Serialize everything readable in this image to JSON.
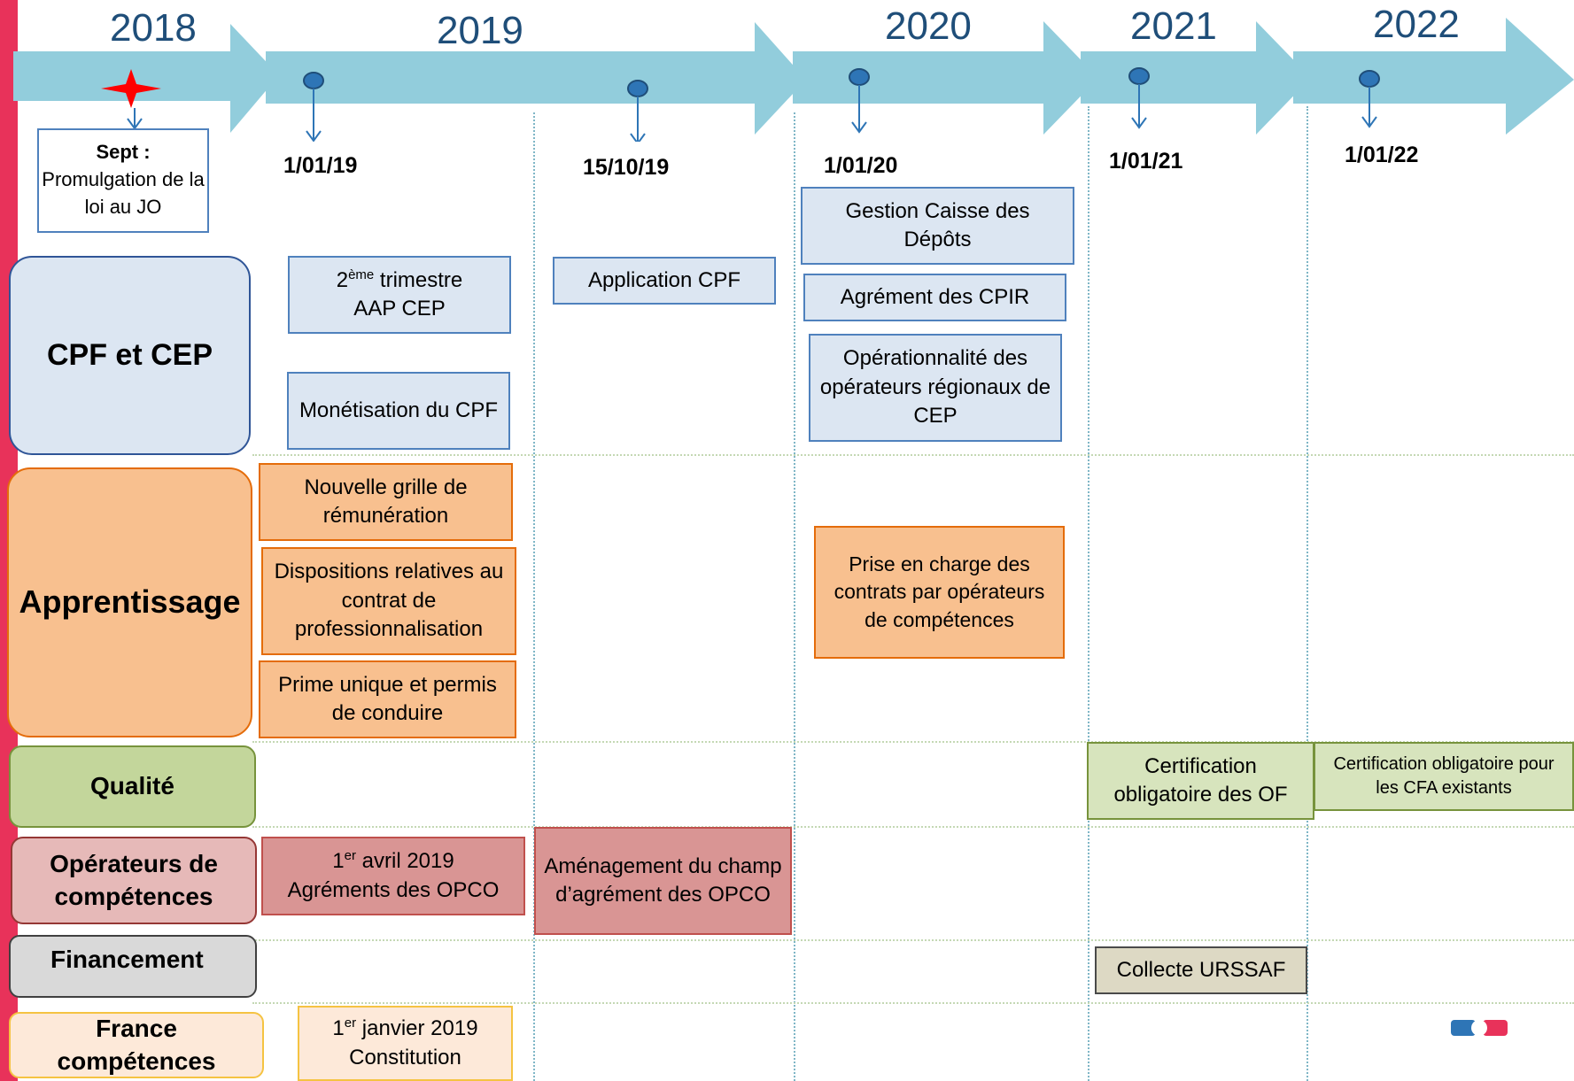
{
  "colors": {
    "arrow": "#92cddc",
    "marker": "#2e75b6",
    "star": "#ff0000",
    "side_bar": "#e8325a"
  },
  "years": [
    "2018",
    "2019",
    "2020",
    "2021",
    "2022"
  ],
  "sept_box": {
    "title": "Sept :",
    "text": "Promulgation de la loi au JO"
  },
  "dates": [
    "1/01/19",
    "15/10/19",
    "1/01/20",
    "1/01/21",
    "1/01/22"
  ],
  "categories": {
    "cpf": "CPF et CEP",
    "apprentissage": "Apprentissage",
    "qualite": "Qualité",
    "operateurs": "Opérateurs de compétences",
    "financement": "Financement",
    "france": "France compétences"
  },
  "items": {
    "trimestre_sup": "ème",
    "trimestre_num": "2",
    "trimestre_rest": " trimestre",
    "trimestre_line2": "AAP CEP",
    "monetisation": "Monétisation du CPF",
    "application_cpf": "Application CPF",
    "gestion_caisse": "Gestion Caisse des Dépôts",
    "agrement_cpir": "Agrément des CPIR",
    "operationnalite": "Opérationnalité des opérateurs régionaux de CEP",
    "nouvelle_grille": "Nouvelle grille de rémunération",
    "dispositions": "Dispositions relatives au contrat de professionnalisation",
    "prime": "Prime unique et permis de conduire",
    "prise_en_charge": "Prise en charge des contrats par opérateurs de compétences",
    "certif_of": "Certification obligatoire des OF",
    "certif_cfa": "Certification obligatoire pour les CFA existants",
    "avril_num": "1",
    "avril_sup": "er",
    "avril_rest": " avril 2019",
    "avril_line2": "Agréments des OPCO",
    "amenagement": "Aménagement du champ d’agrément des OPCO",
    "collecte": "Collecte URSSAF",
    "janvier_num": "1",
    "janvier_sup": "er",
    "janvier_rest": " janvier 2019",
    "janvier_line2": "Constitution"
  }
}
